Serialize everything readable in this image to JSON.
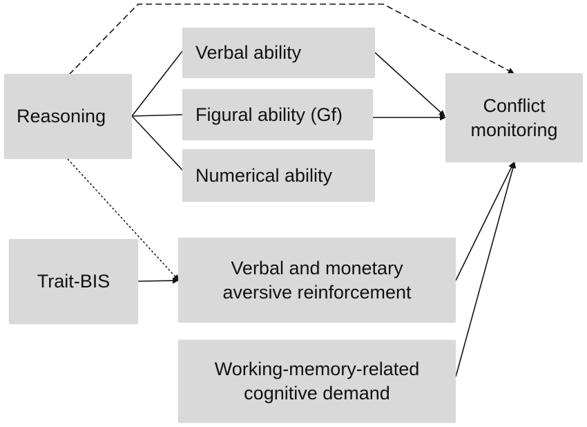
{
  "nodes": {
    "reasoning": "Reasoning",
    "verbal_ability": "Verbal ability",
    "figural_ability": "Figural ability (Gf)",
    "numerical_ability": "Numerical ability",
    "conflict_monitoring": "Conflict\nmonitoring",
    "trait_bis": "Trait-BIS",
    "aversive_reinforcement": "Verbal and monetary\naversive reinforcement",
    "working_memory_demand": "Working-memory-related\ncognitive demand"
  },
  "colors": {
    "box_fill": "#d9d9d9",
    "text": "#111111",
    "line": "#111111",
    "background": "#ffffff"
  },
  "edges": [
    {
      "from": "reasoning",
      "to": "verbal_ability",
      "style": "solid",
      "arrow": false
    },
    {
      "from": "reasoning",
      "to": "figural_ability",
      "style": "solid",
      "arrow": false
    },
    {
      "from": "reasoning",
      "to": "numerical_ability",
      "style": "solid",
      "arrow": false
    },
    {
      "from": "verbal_ability",
      "to": "conflict_monitoring",
      "style": "solid",
      "arrow": true
    },
    {
      "from": "figural_ability",
      "to": "conflict_monitoring",
      "style": "solid",
      "arrow": true
    },
    {
      "from": "reasoning",
      "to": "conflict_monitoring",
      "style": "dashed",
      "arrow": true
    },
    {
      "from": "reasoning",
      "to": "aversive_reinforcement",
      "style": "dotted",
      "arrow": true
    },
    {
      "from": "trait_bis",
      "to": "aversive_reinforcement",
      "style": "solid",
      "arrow": true
    },
    {
      "from": "aversive_reinforcement",
      "to": "conflict_monitoring",
      "style": "solid",
      "arrow": true
    },
    {
      "from": "working_memory_demand",
      "to": "conflict_monitoring",
      "style": "solid",
      "arrow": true
    }
  ]
}
